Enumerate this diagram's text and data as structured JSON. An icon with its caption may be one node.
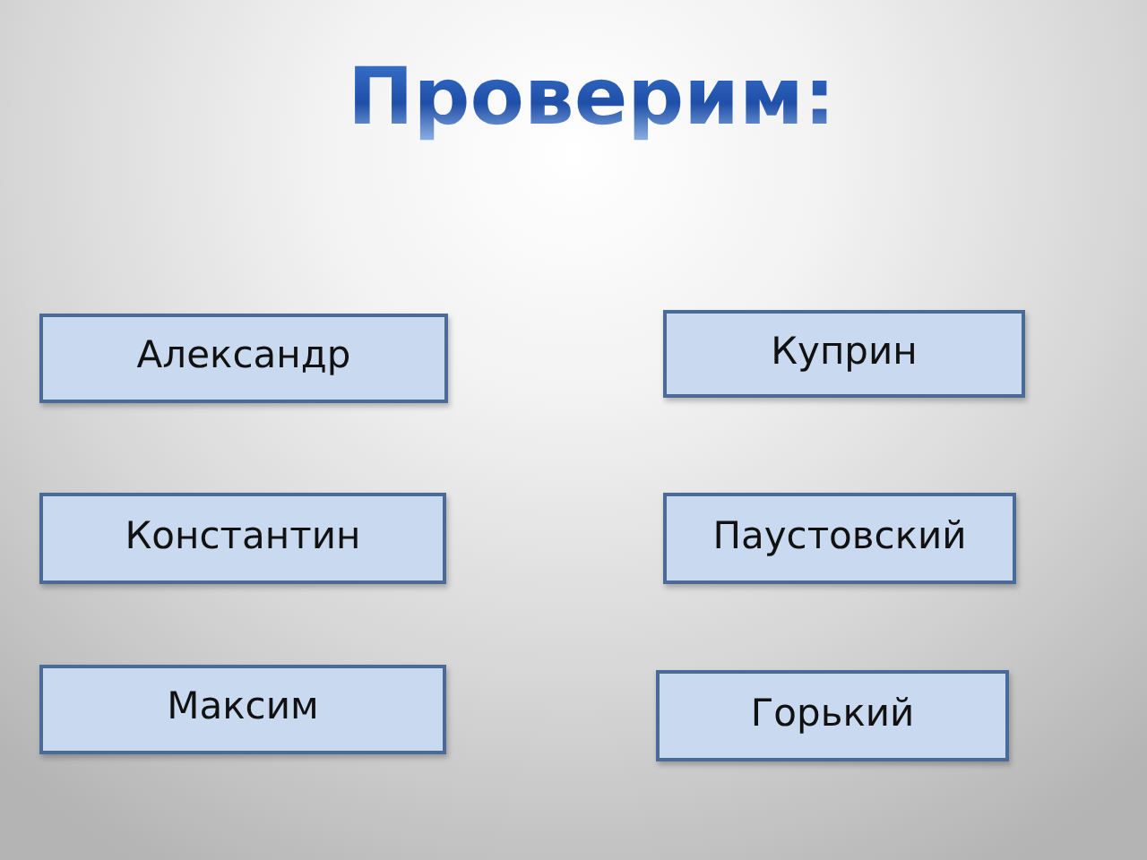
{
  "diagram": {
    "title": "Проверим:",
    "nodes": [
      {
        "text": [
          "Александр"
        ]
      },
      {
        "text": [
          "Куприн"
        ]
      },
      {
        "text": [
          "Константин"
        ]
      },
      {
        "text": [
          "Паустовский"
        ]
      },
      {
        "text": [
          "Максим"
        ]
      },
      {
        "text": [
          "Горький"
        ]
      }
    ],
    "edges": []
  }
}
